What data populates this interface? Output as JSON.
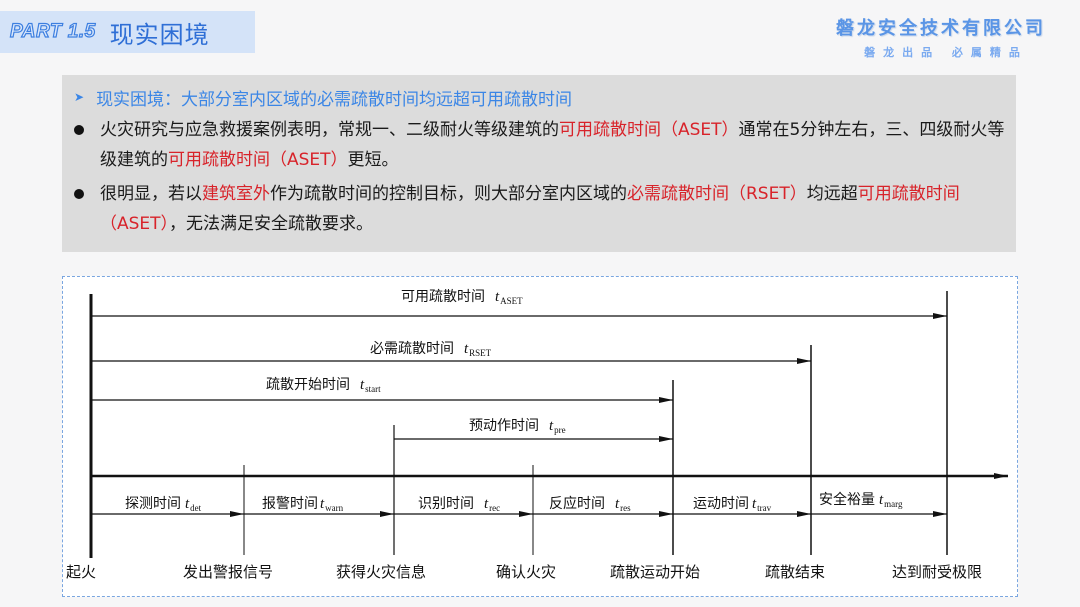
{
  "header": {
    "part_label": "PART 1.5",
    "title": "现实困境"
  },
  "brand": {
    "name": "磐龙安全技术有限公司",
    "slogan": "磐龙出品 必属精品"
  },
  "content": {
    "headline": "现实困境：大部分室内区域的必需疏散时间均远超可用疏散时间",
    "bullets": [
      {
        "segments": [
          {
            "text": "火灾研究与应急救援案例表明，常规一、二级耐火等级建筑的",
            "highlight": false
          },
          {
            "text": "可用疏散时间（ASET）",
            "highlight": true
          },
          {
            "text": "通常在5分钟左右，三、四级耐火等级建筑的",
            "highlight": false
          },
          {
            "text": "可用疏散时间（ASET）",
            "highlight": true
          },
          {
            "text": "更短。",
            "highlight": false
          }
        ]
      },
      {
        "segments": [
          {
            "text": "很明显，若以",
            "highlight": false
          },
          {
            "text": "建筑室外",
            "highlight": true
          },
          {
            "text": "作为疏散时间的控制目标，则大部分室内区域的",
            "highlight": false
          },
          {
            "text": "必需疏散时间（RSET）",
            "highlight": true
          },
          {
            "text": "均远超",
            "highlight": false
          },
          {
            "text": "可用疏散时间（ASET）",
            "highlight": true
          },
          {
            "text": "，无法满足安全疏散要求。",
            "highlight": false
          }
        ]
      }
    ]
  },
  "diagram": {
    "spans": [
      {
        "label": "可用疏散时间",
        "symbol": "t",
        "sub": "ASET"
      },
      {
        "label": "必需疏散时间",
        "symbol": "t",
        "sub": "RSET"
      },
      {
        "label": "疏散开始时间",
        "symbol": "t",
        "sub": "start"
      },
      {
        "label": "预动作时间",
        "symbol": "t",
        "sub": "pre"
      }
    ],
    "segments": [
      {
        "label": "探测时间",
        "symbol": "t",
        "sub": "det"
      },
      {
        "label": "报警时间",
        "symbol": "t",
        "sub": "warn"
      },
      {
        "label": "识别时间",
        "symbol": "t",
        "sub": "rec"
      },
      {
        "label": "反应时间",
        "symbol": "t",
        "sub": "res"
      },
      {
        "label": "运动时间",
        "symbol": "t",
        "sub": "trav"
      },
      {
        "label": "安全裕量",
        "symbol": "t",
        "sub": "marg"
      }
    ],
    "events": [
      "起火",
      "发出警报信号",
      "获得火灾信息",
      "确认火灾",
      "疏散运动开始",
      "疏散结束",
      "达到耐受极限"
    ]
  },
  "colors": {
    "accent_blue": "#2f6fd6",
    "highlight_red": "#d8232a",
    "content_bg": "#dcdcdc"
  }
}
